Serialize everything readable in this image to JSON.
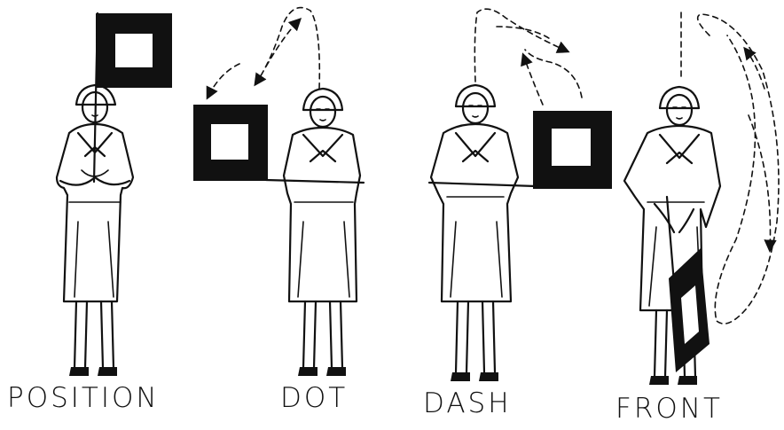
{
  "figures": [
    {
      "caption": "POSITION"
    },
    {
      "caption": "DOT"
    },
    {
      "caption": "DASH"
    },
    {
      "caption": "FRONT"
    }
  ]
}
